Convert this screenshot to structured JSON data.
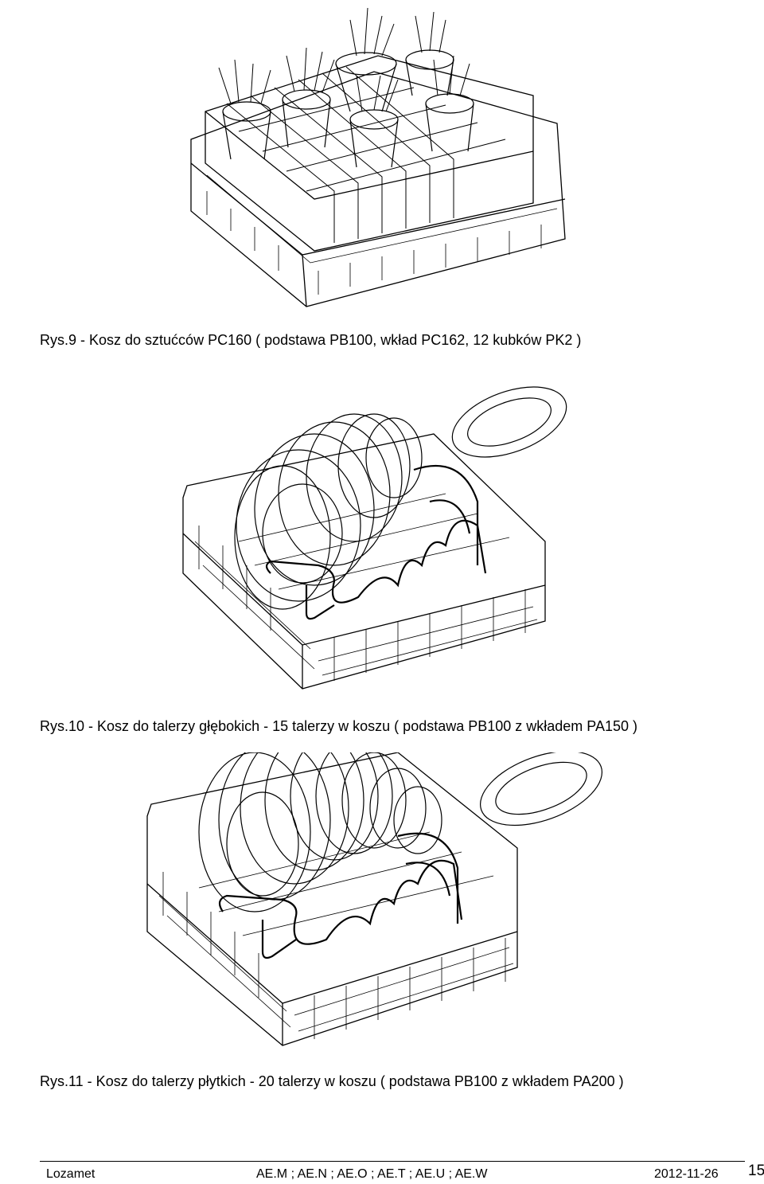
{
  "figures": [
    {
      "icon": "cutlery-basket-illustration",
      "caption": "Rys.9 - Kosz do sztućców PC160 ( podstawa PB100, wkład PC162, 12 kubków PK2 )"
    },
    {
      "icon": "deep-plate-basket-illustration",
      "caption": "Rys.10 - Kosz do talerzy głębokich - 15 talerzy w koszu ( podstawa PB100 z wkładem PA150 )"
    },
    {
      "icon": "flat-plate-basket-illustration",
      "caption": "Rys.11 - Kosz do talerzy płytkich - 20 talerzy w koszu ( podstawa PB100 z wkładem PA200 )"
    }
  ],
  "footer": {
    "company": "Lozamet",
    "codes": "AE.M ; AE.N ; AE.O ; AE.T ; AE.U ; AE.W",
    "date": "2012-11-26",
    "page_number": "15"
  }
}
